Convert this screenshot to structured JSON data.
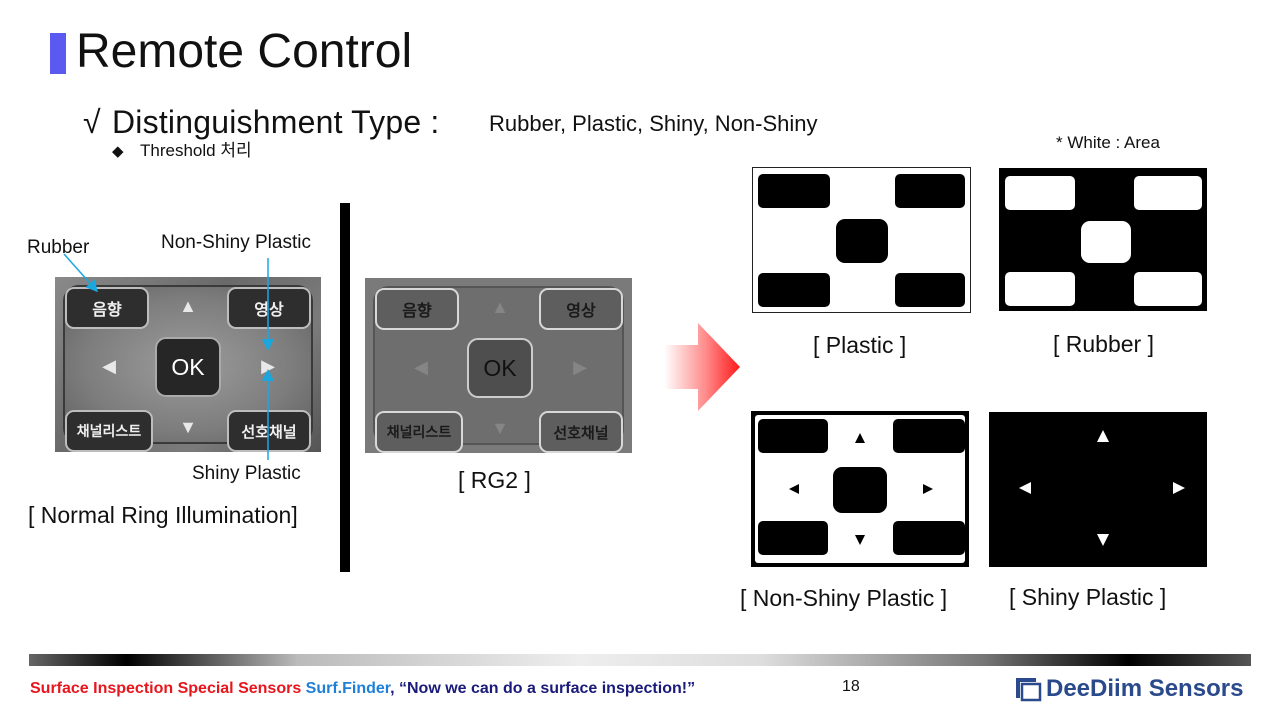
{
  "title": "Remote Control",
  "subtitle": {
    "check": "√",
    "main": "Distinguishment Type :",
    "types": "Rubber, Plastic, Shiny, Non-Shiny"
  },
  "bullet": {
    "marker": "◆",
    "text": "Threshold 처리"
  },
  "note": "* White : Area",
  "labels": {
    "rubber": "Rubber",
    "non_shiny_plastic": "Non-Shiny Plastic",
    "shiny_plastic": "Shiny Plastic"
  },
  "remote": {
    "keys": [
      "음향",
      "영상",
      "채널리스트",
      "선호채널"
    ],
    "ok": "OK",
    "arrows": [
      "▲",
      "◀",
      "▶",
      "▼"
    ]
  },
  "captions": {
    "normal": "[ Normal Ring Illumination]",
    "rg2": "[ RG2 ]",
    "plastic": "[ Plastic ]",
    "rubber": "[ Rubber ]",
    "non_shiny": "[ Non-Shiny Plastic ]",
    "shiny": "[ Shiny Plastic ]"
  },
  "footer": {
    "red": "Surface Inspection Special Sensors ",
    "blue": "Surf.Finder",
    "navy": ", “Now we can do a surface inspection!”",
    "page": "18",
    "logo": "DeeDiim Sensors"
  },
  "colors": {
    "title_bar": "#5a5af0",
    "footer_red": "#e8161c",
    "footer_blue": "#1e7fd8",
    "logo": "#2a4a8c",
    "annotation_arrow": "#1aa7e0"
  }
}
